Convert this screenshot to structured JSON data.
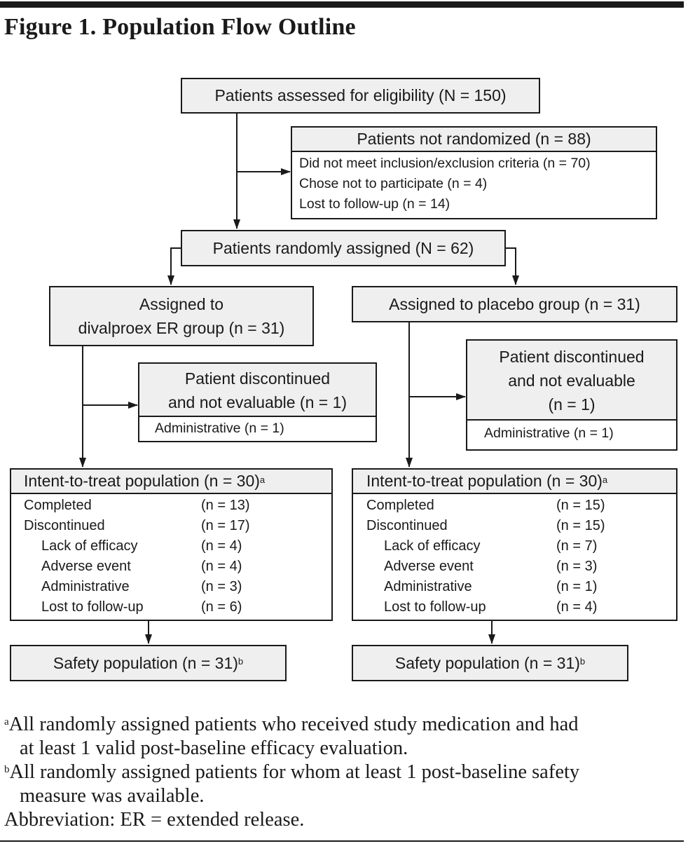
{
  "figure_title": "Figure 1. Population Flow Outline",
  "assessed": "Patients assessed for eligibility (N = 150)",
  "not_randomized": {
    "title": "Patients not randomized (n = 88)",
    "reasons": [
      "Did not meet inclusion/exclusion criteria (n = 70)",
      "Chose not to participate (n = 4)",
      "Lost to follow-up (n = 14)"
    ]
  },
  "randomized": "Patients randomly assigned (N = 62)",
  "divalproex": {
    "assigned": [
      "Assigned to",
      "divalproex ER group (n = 31)"
    ],
    "discontinued": {
      "title": [
        "Patient discontinued",
        "and not evaluable (n = 1)"
      ],
      "reason": "Administrative (n = 1)"
    },
    "itt": {
      "title": "Intent-to-treat population (n = 30)",
      "footnote_mark": "a",
      "rows": [
        {
          "label": "Completed",
          "value": "(n = 13)"
        },
        {
          "label": "Discontinued",
          "value": "(n = 17)"
        },
        {
          "label": "Lack of efficacy",
          "value": "(n = 4)"
        },
        {
          "label": "Adverse event",
          "value": "(n = 4)"
        },
        {
          "label": "Administrative",
          "value": "(n = 3)"
        },
        {
          "label": "Lost to follow-up",
          "value": "(n = 6)"
        }
      ]
    },
    "safety": {
      "title": "Safety population (n = 31)",
      "footnote_mark": "b"
    }
  },
  "placebo": {
    "assigned": "Assigned to placebo group (n = 31)",
    "discontinued": {
      "title": [
        "Patient discontinued",
        "and not evaluable",
        "(n = 1)"
      ],
      "reason": "Administrative (n = 1)"
    },
    "itt": {
      "title": "Intent-to-treat population (n = 30)",
      "footnote_mark": "a",
      "rows": [
        {
          "label": "Completed",
          "value": "(n = 15)"
        },
        {
          "label": "Discontinued",
          "value": "(n = 15)"
        },
        {
          "label": "Lack of efficacy",
          "value": "(n = 7)"
        },
        {
          "label": "Adverse event",
          "value": "(n = 3)"
        },
        {
          "label": "Administrative",
          "value": "(n = 1)"
        },
        {
          "label": "Lost to follow-up",
          "value": "(n = 4)"
        }
      ]
    },
    "safety": {
      "title": "Safety population (n = 31)",
      "footnote_mark": "b"
    }
  },
  "footnotes": [
    {
      "mark": "a",
      "lines": [
        "All randomly assigned patients who received study medication and had",
        "at least 1 valid post-baseline efficacy evaluation."
      ]
    },
    {
      "mark": "b",
      "lines": [
        "All randomly assigned patients for whom at least 1 post-baseline safety",
        "measure was available."
      ]
    }
  ],
  "abbreviation": "Abbreviation: ER = extended release."
}
